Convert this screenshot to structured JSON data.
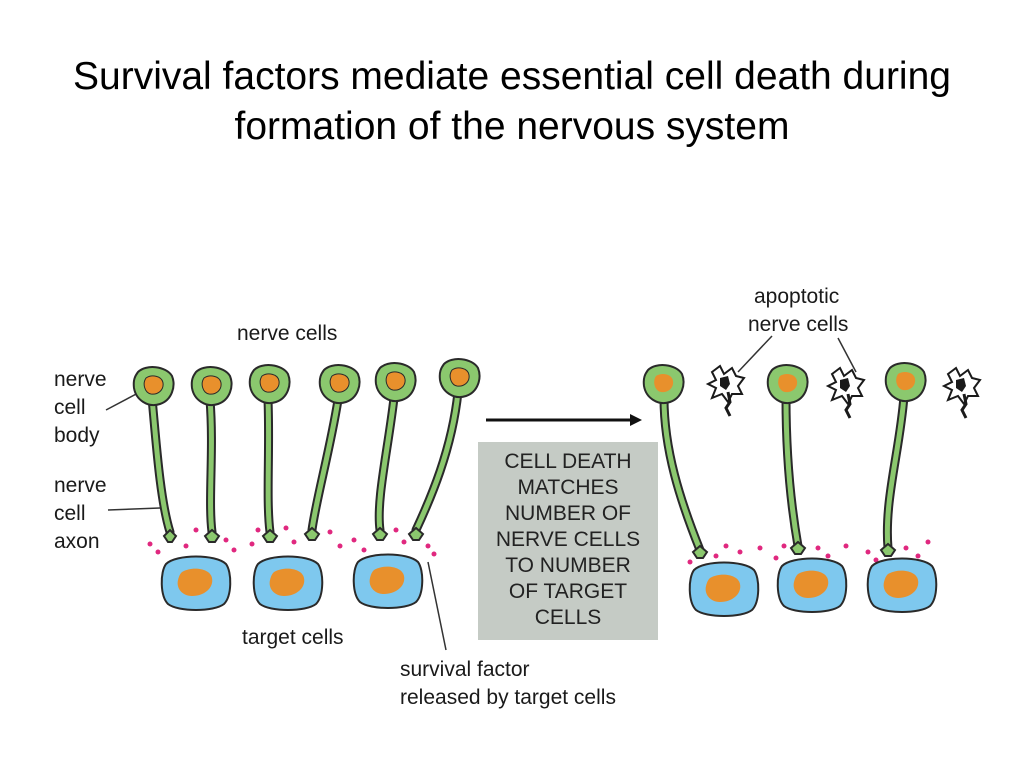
{
  "title": "Survival factors mediate essential cell death during formation of the nervous system",
  "labels": {
    "nerve_cells": "nerve cells",
    "nerve_cell_body": [
      "nerve",
      "cell",
      "body"
    ],
    "nerve_cell_axon": [
      "nerve",
      "cell",
      "axon"
    ],
    "target_cells": "target cells",
    "survival_factor": [
      "survival factor",
      "released by target cells"
    ],
    "apoptotic": [
      "apoptotic",
      "nerve cells"
    ]
  },
  "process_box": {
    "lines": [
      "CELL DEATH",
      "MATCHES",
      "NUMBER OF",
      "NERVE CELLS",
      "TO NUMBER",
      "OF TARGET",
      "CELLS"
    ]
  },
  "colors": {
    "cell_green": "#8bc86e",
    "nucleus_orange": "#e8902c",
    "target_blue": "#7ec8ee",
    "survival_factor_pink": "#e0287f",
    "box_gray": "#c5cbc5"
  }
}
